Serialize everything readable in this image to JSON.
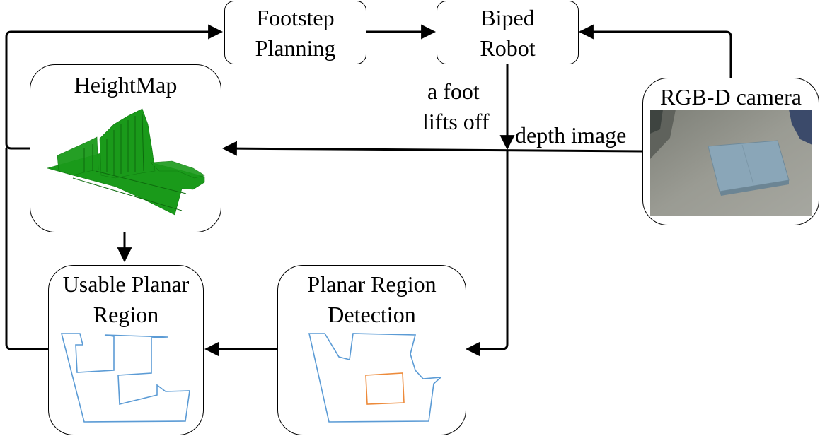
{
  "diagram": {
    "nodes": {
      "footstep_planning": {
        "line1": "Footstep",
        "line2": "Planning"
      },
      "biped_robot": {
        "line1": "Biped",
        "line2": "Robot"
      },
      "heightmap": {
        "title": "HeightMap"
      },
      "rgbd_camera": {
        "title": "RGB-D camera"
      },
      "usable_planar_region": {
        "line1": "Usable Planar",
        "line2": "Region"
      },
      "planar_region_detection": {
        "line1": "Planar Region",
        "line2": "Detection"
      }
    },
    "edge_labels": {
      "foot_lifts_off_line1": "a foot",
      "foot_lifts_off_line2": "lifts off",
      "depth_image": "depth image"
    },
    "colors": {
      "heightmap_green": "#1a9a1a",
      "region_outline_blue": "#5b9bd5",
      "region_outline_orange": "#ed8a3a",
      "camera_floor": "#8e8f88",
      "camera_board": "#8aa6b8"
    }
  }
}
